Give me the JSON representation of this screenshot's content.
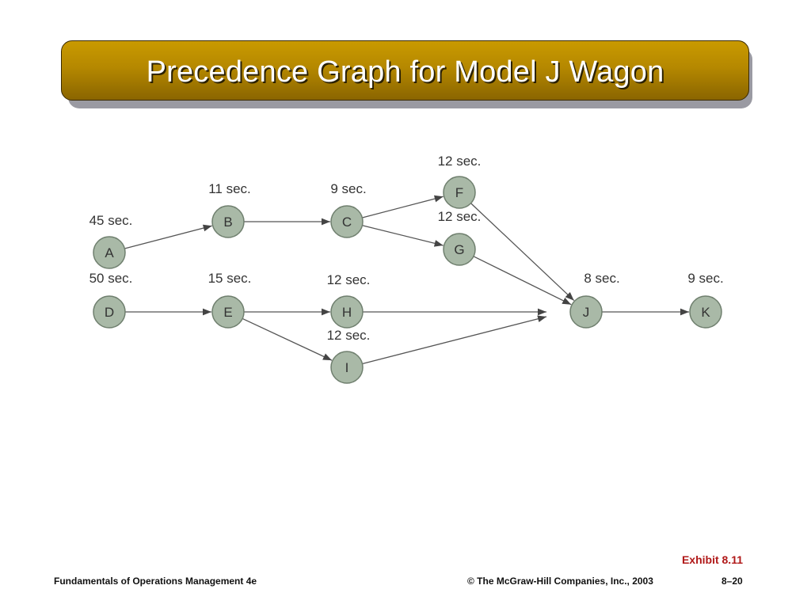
{
  "slide": {
    "title": "Precedence Graph for Model J Wagon",
    "exhibit": "Exhibit 8.11",
    "footer_left": "Fundamentals of Operations Management 4e",
    "footer_center": "© The McGraw-Hill Companies, Inc., 2003",
    "footer_right": "8–20"
  },
  "graph": {
    "nodes": [
      {
        "id": "A",
        "time": "45 sec."
      },
      {
        "id": "B",
        "time": "11 sec."
      },
      {
        "id": "C",
        "time": "9 sec."
      },
      {
        "id": "F",
        "time": "12 sec."
      },
      {
        "id": "G",
        "time": "12 sec."
      },
      {
        "id": "D",
        "time": "50 sec."
      },
      {
        "id": "E",
        "time": "15 sec."
      },
      {
        "id": "H",
        "time": "12 sec."
      },
      {
        "id": "I",
        "time": "12 sec."
      },
      {
        "id": "J",
        "time": "8 sec."
      },
      {
        "id": "K",
        "time": "9 sec."
      }
    ],
    "edges": [
      {
        "from": "A",
        "to": "B"
      },
      {
        "from": "B",
        "to": "C"
      },
      {
        "from": "C",
        "to": "F"
      },
      {
        "from": "C",
        "to": "G"
      },
      {
        "from": "F",
        "to": "J"
      },
      {
        "from": "G",
        "to": "J"
      },
      {
        "from": "D",
        "to": "E"
      },
      {
        "from": "E",
        "to": "H"
      },
      {
        "from": "E",
        "to": "I"
      },
      {
        "from": "H",
        "to": "J"
      },
      {
        "from": "I",
        "to": "J"
      },
      {
        "from": "J",
        "to": "K"
      }
    ]
  },
  "colors": {
    "title_bar": "#b58800",
    "node_fill": "#a9b9a7",
    "exhibit_text": "#b01818"
  }
}
